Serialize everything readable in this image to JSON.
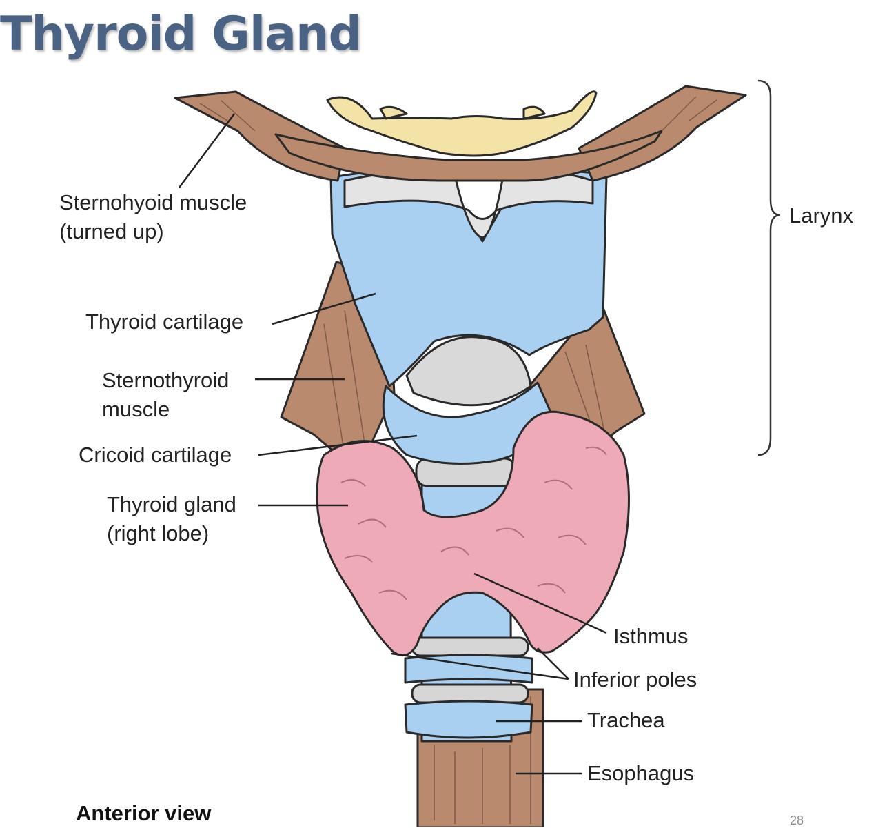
{
  "title": "Thyroid Gland",
  "labels": {
    "sternohyoid": "Sternohyoid muscle\n(turned up)",
    "larynx": "Larynx",
    "thyroid_cartilage": "Thyroid cartilage",
    "sternothyroid": "Sternothyroid\nmuscle",
    "cricoid": "Cricoid cartilage",
    "thyroid_gland": "Thyroid gland\n(right lobe)",
    "isthmus": "Isthmus",
    "inferior_poles": "Inferior poles",
    "trachea": "Trachea",
    "esophagus": "Esophagus"
  },
  "view_label": "Anterior view",
  "page_number": "28",
  "colors": {
    "title": "#4a6283",
    "cartilage": "#a9cff1",
    "muscle": "#b98a6e",
    "hyoid": "#f3e3a6",
    "gland": "#eeaab7"
  }
}
